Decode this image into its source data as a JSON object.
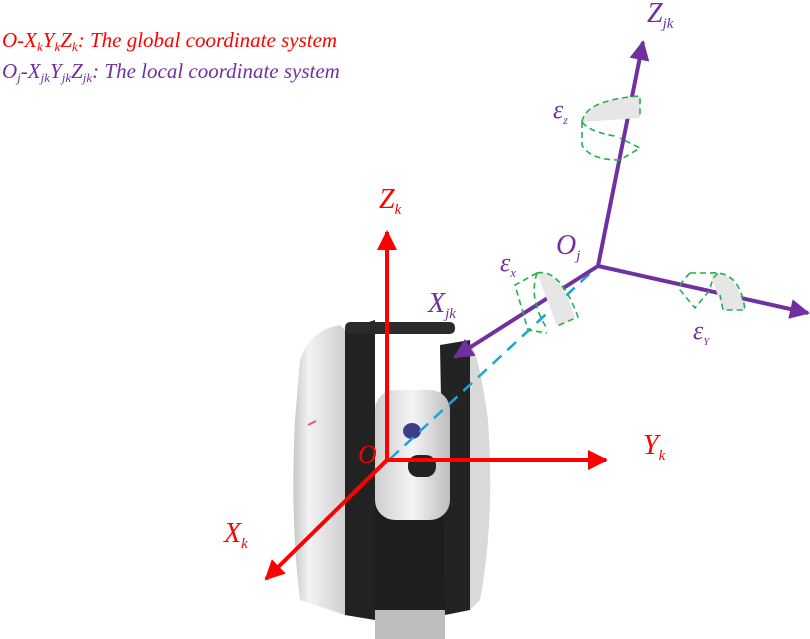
{
  "colors": {
    "global": "#ff0000",
    "local": "#7030a0",
    "rotation": "#22b14c",
    "link": "#1aa3e0",
    "device_body": "#e6e6e6",
    "device_dark": "#1e1e1e"
  },
  "legend": {
    "global": {
      "symbol_base": "O-X",
      "k1": "k",
      "y": "Y",
      "k2": "k",
      "z": "Z",
      "k3": "k",
      "text": ": The global coordinate system"
    },
    "local": {
      "o": "O",
      "j": "j",
      "dash_x": "-X",
      "jk1": "jk",
      "y": "Y",
      "jk2": "jk",
      "z": "Z",
      "jk3": "jk",
      "text": ": The local coordinate system"
    }
  },
  "global_axes": {
    "origin_label": "O",
    "x": {
      "base": "X",
      "sub": "k"
    },
    "y": {
      "base": "Y",
      "sub": "k"
    },
    "z": {
      "base": "Z",
      "sub": "k"
    }
  },
  "local_axes": {
    "origin": {
      "base": "O",
      "sub": "j"
    },
    "x": {
      "base": "X",
      "sub": "jk"
    },
    "z": {
      "base": "Z",
      "sub": "jk"
    }
  },
  "rotations": {
    "ex": {
      "base": "ε",
      "sub": "x"
    },
    "ey": {
      "base": "ε",
      "sub": "Y"
    },
    "ez": {
      "base": "ε",
      "sub": "z"
    }
  }
}
